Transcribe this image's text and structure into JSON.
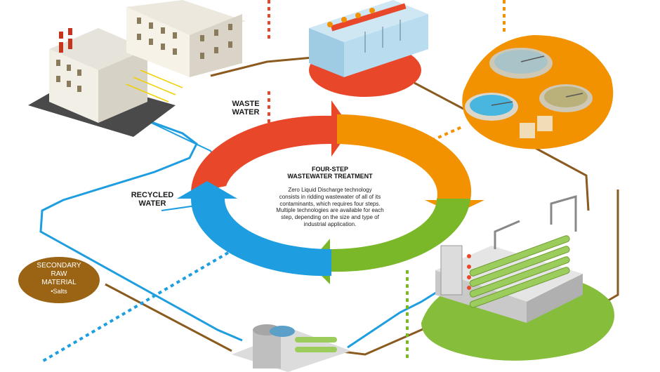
{
  "colors": {
    "red_arrow": "#e8472a",
    "orange_arrow": "#f39200",
    "green_arrow": "#7ab829",
    "blue_arrow": "#1e9ee0",
    "pipe_brown": "#8a5a1e",
    "pipe_blue": "#1e9ee0",
    "badge_brown": "#9a6414",
    "ground_green": "#86bd3a",
    "ground_orange": "#f39200",
    "ground_red": "#e8472a",
    "ground_grey": "#4a4a4a"
  },
  "labels": {
    "waste_water": [
      "WASTE",
      "WATER"
    ],
    "recycled_water": [
      "RECYCLED",
      "WATER"
    ]
  },
  "center": {
    "title_line1": "FOUR-STEP",
    "title_line2": "WASTEWATER TREATMENT",
    "description": [
      "Zero Liquid Discharge technology",
      "consists in ridding wastewater of all of its",
      "contaminants, which requires four steps.",
      "Multiple technologies are available for each",
      "step, depending on the size and type of",
      "industrial application."
    ]
  },
  "badge": {
    "line1": "SECONDARY",
    "line2": "RAW",
    "line3": "MATERIAL",
    "line4": "•Salts"
  },
  "icons": [
    "factory-icon",
    "pretreatment-tank-icon",
    "clarifier-basins-icon",
    "membrane-filtration-icon",
    "evaporator-crystallizer-icon"
  ]
}
